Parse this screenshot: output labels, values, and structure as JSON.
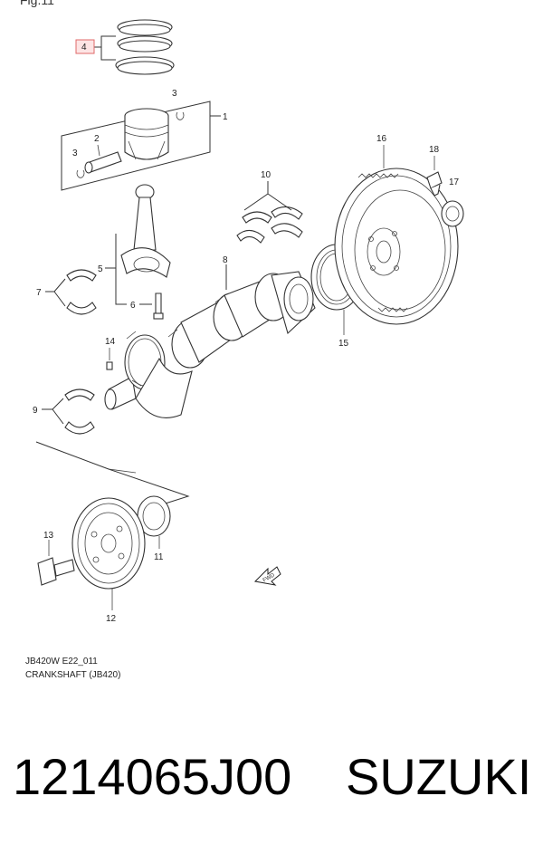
{
  "figure": {
    "top_edge_text": "Fig.11",
    "caption_code": "JB420W E22_011",
    "caption_title": "CRANKSHAFT (JB420)",
    "fwd_label": "FWD"
  },
  "callouts": {
    "c1": "1",
    "c2": "2",
    "c3": "3",
    "c3b": "3",
    "c4": "4",
    "c5": "5",
    "c6": "6",
    "c7": "7",
    "c8": "8",
    "c9": "9",
    "c10": "10",
    "c11": "11",
    "c12": "12",
    "c13": "13",
    "c14": "14",
    "c15": "15",
    "c16": "16",
    "c17": "17",
    "c18": "18"
  },
  "colors": {
    "highlight_box": "#e06a6a",
    "highlight_fill": "#fde4e4",
    "line": "#333333"
  },
  "product": {
    "part_number": "1214065J00",
    "brand": "SUZUKI"
  }
}
